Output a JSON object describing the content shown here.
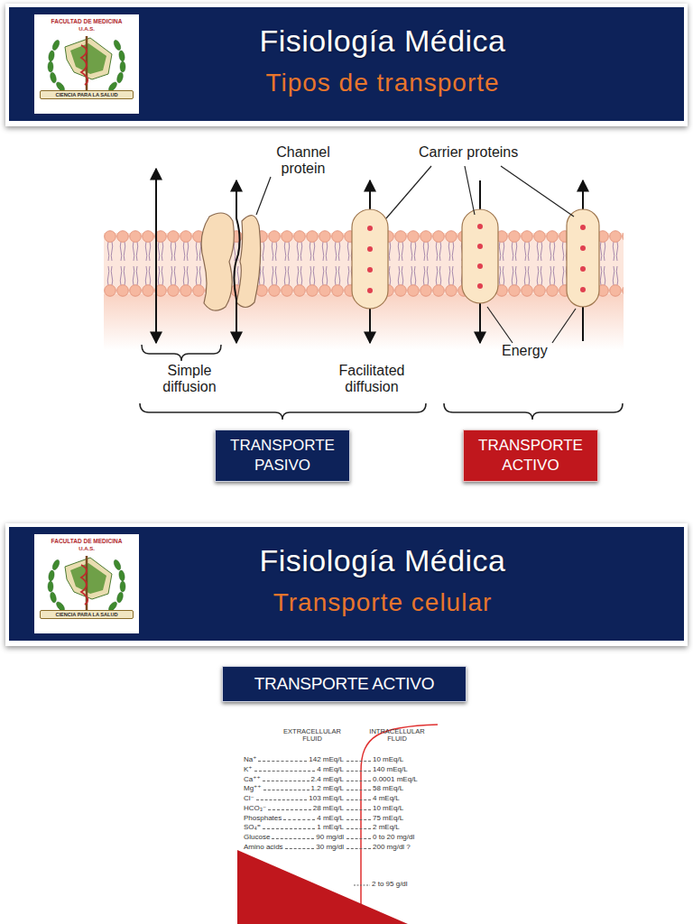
{
  "diagram": {
    "nodes": [
      {
        "text": [
          "Fisiología Médica",
          "Tipos de transporte"
        ]
      },
      {
        "text": [
          "FACULTAD DE MEDICINA",
          "U.A.S.",
          "CIENCIA PARA LA SALUD"
        ],
        "in": 0
      },
      {
        "text": [
          "TRANSPORTE PASIVO"
        ]
      },
      {
        "text": [
          "TRANSPORTE ACTIVO"
        ]
      },
      {
        "text": [
          "Fisiología Médica",
          "Transporte celular"
        ]
      },
      {
        "text": [
          "FACULTAD DE MEDICINA",
          "U.A.S.",
          "CIENCIA PARA LA SALUD"
        ],
        "in": 4
      },
      {
        "text": [
          "TRANSPORTE ACTIVO"
        ]
      }
    ],
    "labels": [
      "Channel protein",
      "Carrier proteins",
      "Simple diffusion",
      "Facilitated diffusion",
      "Energy",
      "EXTRACELLULAR FLUID",
      "INTRACELLULAR FLUID",
      "Na⁺",
      "142 mEq/L",
      "10 mEq/L",
      "K⁺",
      "4 mEq/L",
      "140 mEq/L",
      "Ca⁺⁺",
      "2.4 mEq/L",
      "0.0001 mEq/L",
      "Mg⁺⁺",
      "1.2 mEq/L",
      "58 mEq/L",
      "Cl⁻",
      "103 mEq/L",
      "4 mEq/L",
      "HCO₃⁻",
      "28 mEq/L",
      "10 mEq/L",
      "Phosphates",
      "4 mEq/L",
      "75 mEq/L",
      "SO₄⁼",
      "1 mEq/L",
      "2 mEq/L",
      "Glucose",
      "90 mg/dl",
      "0 to 20 mg/dl",
      "Amino acids",
      "30 mg/dl",
      "200 mg/dl ?",
      "2 to 95 g/dl"
    ]
  }
}
